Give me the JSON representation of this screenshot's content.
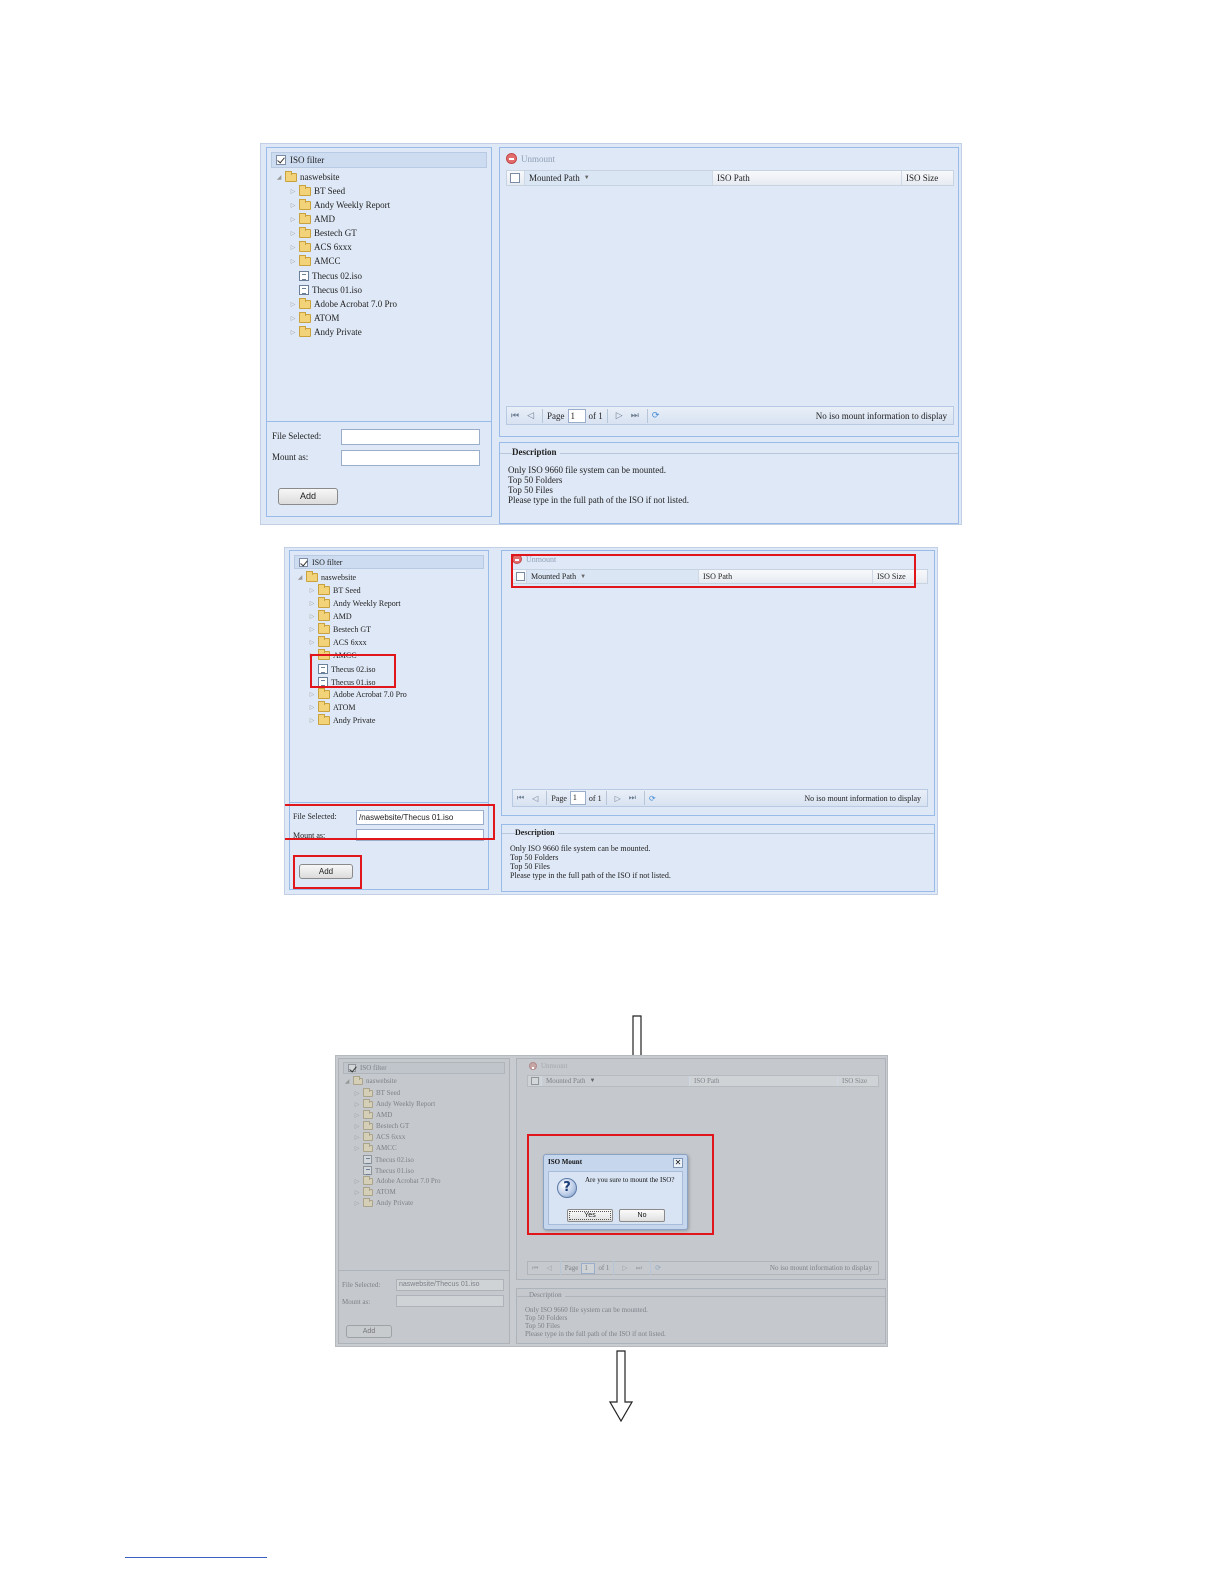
{
  "screens": [
    {
      "tree": {
        "filter_label": "ISO filter",
        "root": "naswebsite",
        "items": [
          {
            "type": "folder",
            "label": "BT Seed"
          },
          {
            "type": "folder",
            "label": "Andy Weekly Report"
          },
          {
            "type": "folder",
            "label": "AMD"
          },
          {
            "type": "folder",
            "label": "Bestech GT"
          },
          {
            "type": "folder",
            "label": "ACS 6xxx"
          },
          {
            "type": "folder",
            "label": "AMCC"
          },
          {
            "type": "iso",
            "label": "Thecus 02.iso"
          },
          {
            "type": "iso",
            "label": "Thecus 01.iso"
          },
          {
            "type": "folder",
            "label": "Adobe Acrobat 7.0 Pro"
          },
          {
            "type": "folder",
            "label": "ATOM"
          },
          {
            "type": "folder",
            "label": "Andy Private"
          }
        ]
      },
      "form": {
        "file_selected_label": "File Selected:",
        "file_selected_value": "",
        "mount_as_label": "Mount as:",
        "mount_as_value": "",
        "add_label": "Add"
      },
      "toolbar": {
        "unmount_label": "Unmount"
      },
      "grid": {
        "columns": [
          "Mounted Path",
          "ISO Path",
          "ISO Size"
        ]
      },
      "pager": {
        "page_label": "Page",
        "page_value": "1",
        "of_label": "of 1",
        "info": "No iso mount information to display"
      },
      "description": {
        "title": "Description",
        "lines": [
          "Only ISO 9660 file system can be mounted.",
          "Top 50 Folders",
          "Top 50 Files",
          "Please type in the full path of the ISO if not listed."
        ]
      }
    },
    {
      "tree": {
        "filter_label": "ISO filter",
        "root": "naswebsite",
        "items": [
          {
            "type": "folder",
            "label": "BT Seed"
          },
          {
            "type": "folder",
            "label": "Andy Weekly Report"
          },
          {
            "type": "folder",
            "label": "AMD"
          },
          {
            "type": "folder",
            "label": "Bestech GT"
          },
          {
            "type": "folder",
            "label": "ACS 6xxx"
          },
          {
            "type": "folder",
            "label": "AMCC"
          },
          {
            "type": "iso",
            "label": "Thecus 02.iso"
          },
          {
            "type": "iso",
            "label": "Thecus 01.iso"
          },
          {
            "type": "folder",
            "label": "Adobe Acrobat 7.0 Pro"
          },
          {
            "type": "folder",
            "label": "ATOM"
          },
          {
            "type": "folder",
            "label": "Andy Private"
          }
        ]
      },
      "form": {
        "file_selected_label": "File Selected:",
        "file_selected_value": "/naswebsite/Thecus 01.iso",
        "mount_as_label": "Mount as:",
        "mount_as_value": "",
        "add_label": "Add"
      },
      "toolbar": {
        "unmount_label": "Unmount"
      },
      "grid": {
        "columns": [
          "Mounted Path",
          "ISO Path",
          "ISO Size"
        ]
      },
      "pager": {
        "page_label": "Page",
        "page_value": "1",
        "of_label": "of 1",
        "info": "No iso mount information to display"
      },
      "description": {
        "title": "Description",
        "lines": [
          "Only ISO 9660 file system can be mounted.",
          "Top 50 Folders",
          "Top 50 Files",
          "Please type in the full path of the ISO if not listed."
        ]
      }
    },
    {
      "tree": {
        "filter_label": "ISO filter",
        "root": "naswebsite",
        "items": [
          {
            "type": "folder",
            "label": "BT Seed"
          },
          {
            "type": "folder",
            "label": "Andy Weekly Report"
          },
          {
            "type": "folder",
            "label": "AMD"
          },
          {
            "type": "folder",
            "label": "Bestech GT"
          },
          {
            "type": "folder",
            "label": "ACS 6xxx"
          },
          {
            "type": "folder",
            "label": "AMCC"
          },
          {
            "type": "iso",
            "label": "Thecus 02.iso"
          },
          {
            "type": "iso",
            "label": "Thecus 01.iso"
          },
          {
            "type": "folder",
            "label": "Adobe Acrobat 7.0 Pro"
          },
          {
            "type": "folder",
            "label": "ATOM"
          },
          {
            "type": "folder",
            "label": "Andy Private"
          }
        ]
      },
      "form": {
        "file_selected_label": "File Selected:",
        "file_selected_value": "naswebsite/Thecus 01.iso",
        "mount_as_label": "Mount as:",
        "mount_as_value": "",
        "add_label": "Add"
      },
      "toolbar": {
        "unmount_label": "Unmount"
      },
      "grid": {
        "columns": [
          "Mounted Path",
          "ISO Path",
          "ISO Size"
        ]
      },
      "pager": {
        "page_label": "Page",
        "page_value": "1",
        "of_label": "of 1",
        "info": "No iso mount information to display"
      },
      "description": {
        "title": "Description",
        "lines": [
          "Only ISO 9660 file system can be mounted.",
          "Top 50 Folders",
          "Top 50 Files",
          "Please type in the full path of the ISO if not listed."
        ]
      },
      "dialog": {
        "title": "ISO Mount",
        "message": "Are you sure to mount the ISO?",
        "yes_label": "Yes",
        "no_label": "No"
      }
    }
  ]
}
